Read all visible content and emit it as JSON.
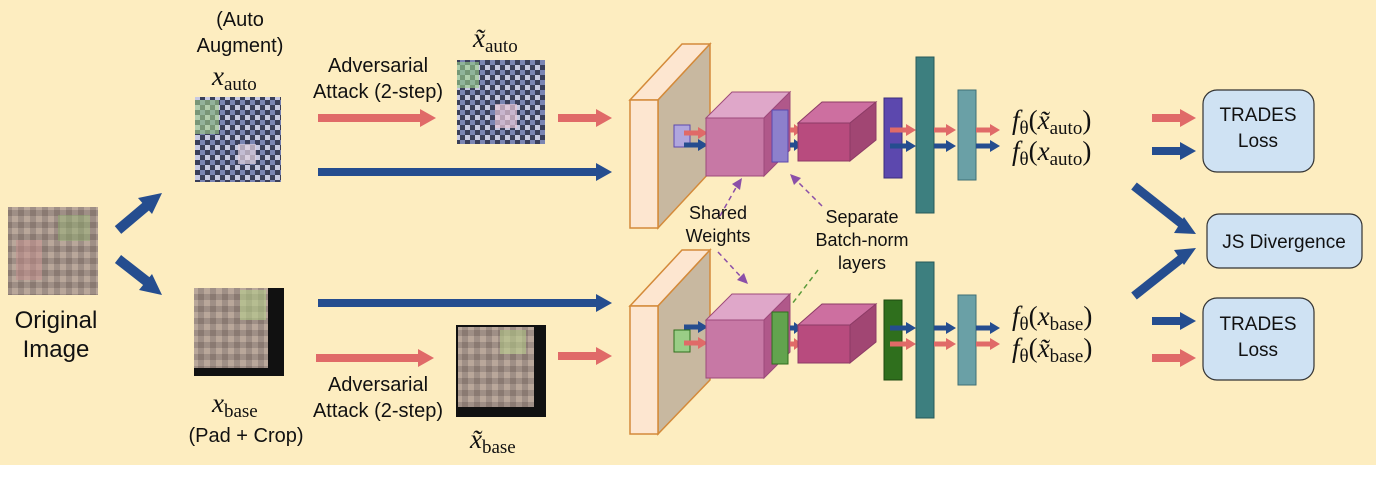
{
  "colors": {
    "background": "#fdedc0",
    "arrow_red": "#e06a68",
    "arrow_blue": "#254d8f",
    "conv_face": "#c8b8a0",
    "conv_side": "#fde6d0",
    "cube_front": "#c778a5",
    "cube_top": "#dfa7c9",
    "dense_front": "#b84b7e",
    "bn_auto": "#5c48ae",
    "bn_base": "#2f6f1d",
    "teal": "#3d7f7f",
    "teal_light": "#6aa0a6",
    "loss_box": "#cfe2f3"
  },
  "inputs": {
    "original_label_line1": "Original",
    "original_label_line2": "Image"
  },
  "auto_branch": {
    "aug_label_line1": "(Auto",
    "aug_label_line2": "Augment)",
    "x_main": "x",
    "x_sub": "auto",
    "attack_line1": "Adversarial",
    "attack_line2": "Attack (2-step)",
    "xt_main": "x̃",
    "xt_sub": "auto"
  },
  "base_branch": {
    "x_main": "x",
    "x_sub": "base",
    "aug_label": "(Pad + Crop)",
    "attack_line1": "Adversarial",
    "attack_line2": "Attack (2-step)",
    "xt_main": "x̃",
    "xt_sub": "base"
  },
  "annotations": {
    "shared_line1": "Shared",
    "shared_line2": "Weights",
    "bn_line1": "Separate",
    "bn_line2": "Batch-norm",
    "bn_line3": "layers"
  },
  "outputs": {
    "f_main": "f",
    "f_sub": "θ",
    "auto_adv_x": "x̃",
    "auto_adv_sub": "auto",
    "auto_clean_x": "x",
    "auto_clean_sub": "auto",
    "base_clean_x": "x",
    "base_clean_sub": "base",
    "base_adv_x": "x̃",
    "base_adv_sub": "base"
  },
  "losses": {
    "trades_line1": "TRADES",
    "trades_line2": "Loss",
    "js": "JS Divergence"
  }
}
